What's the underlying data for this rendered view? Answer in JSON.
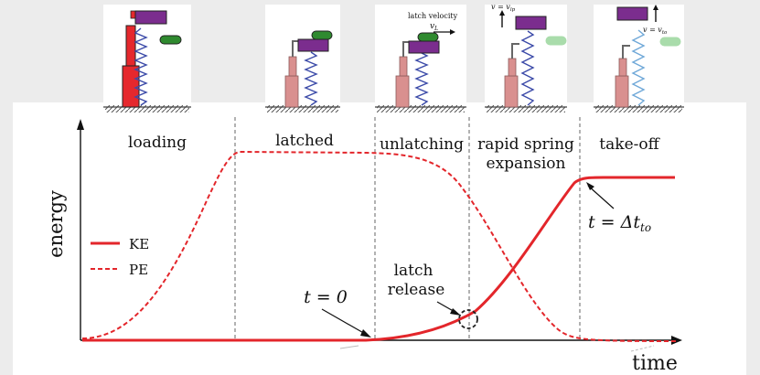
{
  "phases": {
    "loading": "loading",
    "latched": "latched",
    "unlatching": "unlatching",
    "rapid_line1": "rapid spring",
    "rapid_line2": "expansion",
    "takeoff": "take-off"
  },
  "axes": {
    "ylabel": "energy",
    "xlabel": "time"
  },
  "legend": {
    "ke": "KE",
    "pe": "PE"
  },
  "annotations": {
    "t_zero": "t = 0",
    "latch_line1": "latch",
    "latch_line2": "release",
    "t_to": "t = Δt",
    "t_to_sub": "to"
  },
  "sketches": {
    "latch_velocity": "latch velocity",
    "v_L": "v",
    "v_L_sub": "L",
    "v_lp": "v = v",
    "v_lp_sub": "lp",
    "v_to": "v = v",
    "v_to_sub": "to"
  },
  "colors": {
    "curve": "#e3262b",
    "dashed_line": "#666666",
    "mass": "#7b2d8e",
    "projectile": "#2f8a2f",
    "projectile_faded": "#a9dcab",
    "motor": "#d9908f",
    "spring": "#3b4aa8",
    "spring_released": "#6fa8d8"
  }
}
